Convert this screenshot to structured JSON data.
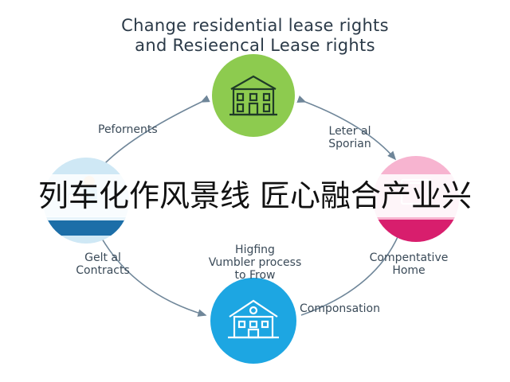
{
  "title": {
    "line1": "Change residential lease rights",
    "line2": "and Resieencal Lease rights"
  },
  "labels": {
    "top_left": "Pefornents",
    "top_right_1": "Leter al",
    "top_right_2": "Sporian",
    "bottom_left_1": "Gelt al",
    "bottom_left_2": "Contracts",
    "center_1": "Higfing",
    "center_2": "Vumbler process",
    "center_3": "to Frow",
    "bottom_right_1": "Compentative",
    "bottom_right_2": "Home",
    "bottom": "Componsation"
  },
  "banner": "列车化作风景线 匠心融合产业兴",
  "colors": {
    "top_node": "#8dcb4f",
    "left_node": "#7ec3e6",
    "right_node": "#f07fb3",
    "bottom_node": "#1da6e2",
    "arrows": "#6f8699"
  },
  "icons": {
    "top_node": "building-icon",
    "left_node": "person-icon",
    "right_node": "home-icon",
    "bottom_node": "house-icon"
  }
}
